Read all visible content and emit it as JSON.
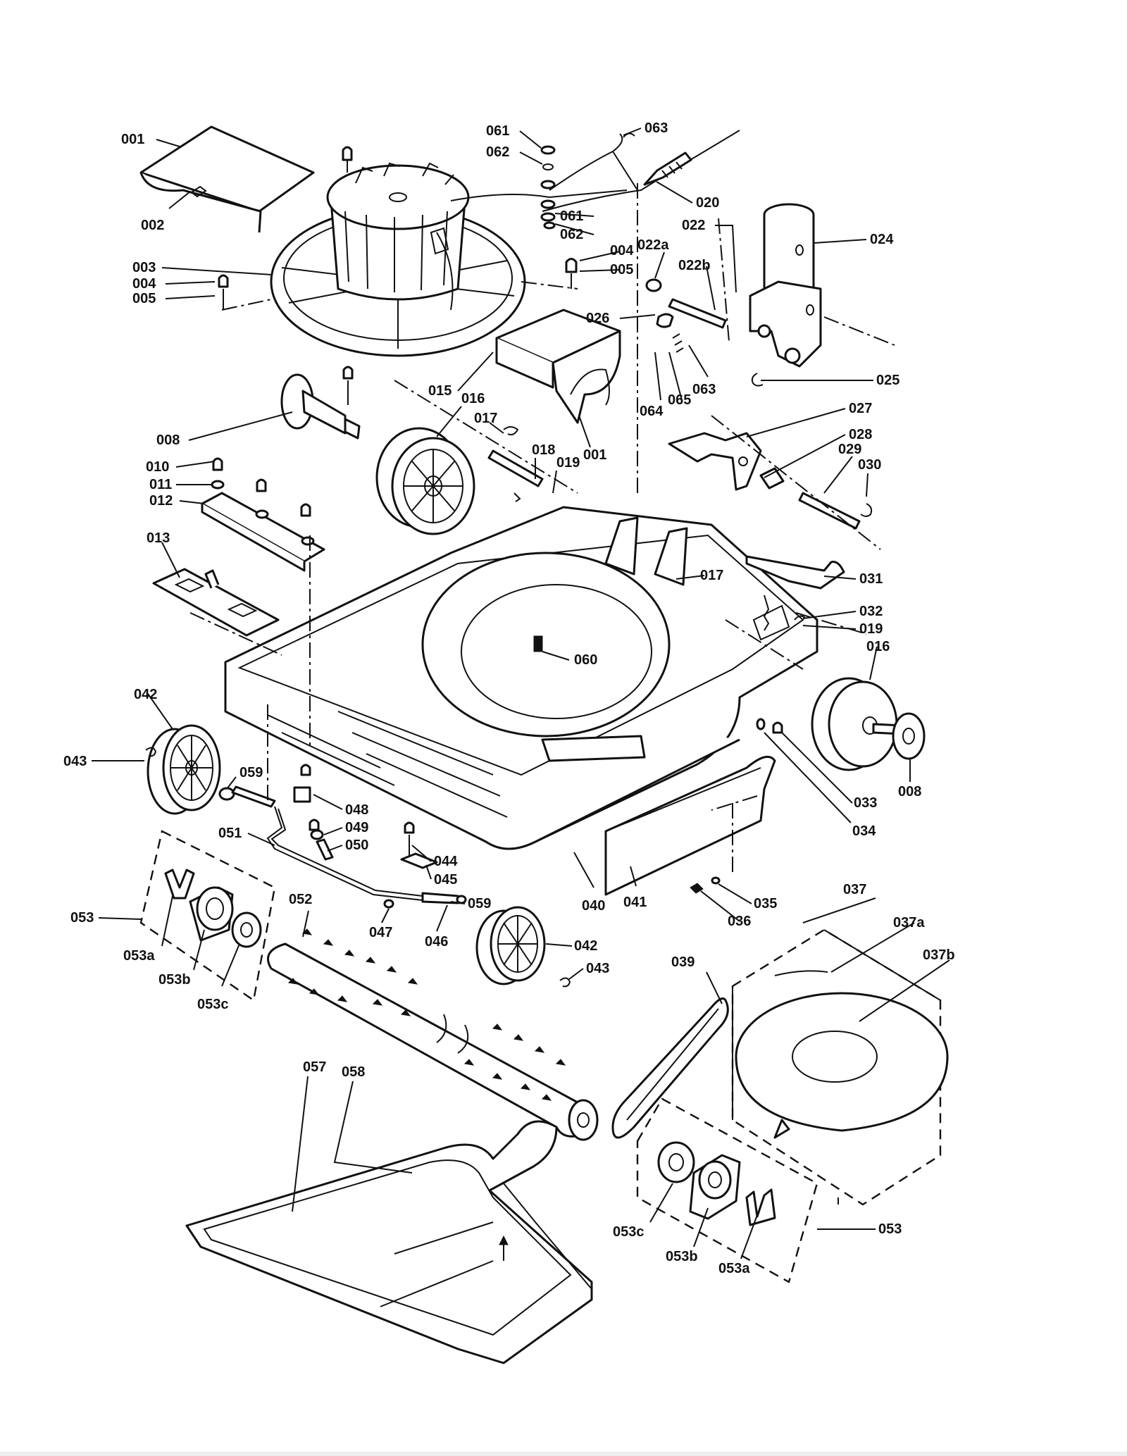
{
  "labels": [
    {
      "key": "p001a",
      "text": "001"
    },
    {
      "key": "p002",
      "text": "002"
    },
    {
      "key": "p003",
      "text": "003"
    },
    {
      "key": "p004a",
      "text": "004"
    },
    {
      "key": "p005a",
      "text": "005"
    },
    {
      "key": "p061a",
      "text": "061"
    },
    {
      "key": "p062a",
      "text": "062"
    },
    {
      "key": "p063a",
      "text": "063"
    },
    {
      "key": "p020",
      "text": "020"
    },
    {
      "key": "p061b",
      "text": "061"
    },
    {
      "key": "p062b",
      "text": "062"
    },
    {
      "key": "p004b",
      "text": "004"
    },
    {
      "key": "p005b",
      "text": "005"
    },
    {
      "key": "p022",
      "text": "022"
    },
    {
      "key": "p022a",
      "text": "022a"
    },
    {
      "key": "p022b",
      "text": "022b"
    },
    {
      "key": "p024",
      "text": "024"
    },
    {
      "key": "p026",
      "text": "026"
    },
    {
      "key": "p063b",
      "text": "063"
    },
    {
      "key": "p064",
      "text": "064"
    },
    {
      "key": "p065",
      "text": "065"
    },
    {
      "key": "p025",
      "text": "025"
    },
    {
      "key": "p015",
      "text": "015"
    },
    {
      "key": "p016a",
      "text": "016"
    },
    {
      "key": "p017a",
      "text": "017"
    },
    {
      "key": "p018",
      "text": "018"
    },
    {
      "key": "p019a",
      "text": "019"
    },
    {
      "key": "p001b",
      "text": "001"
    },
    {
      "key": "p027",
      "text": "027"
    },
    {
      "key": "p028",
      "text": "028"
    },
    {
      "key": "p029",
      "text": "029"
    },
    {
      "key": "p030",
      "text": "030"
    },
    {
      "key": "p008a",
      "text": "008"
    },
    {
      "key": "p010",
      "text": "010"
    },
    {
      "key": "p011",
      "text": "011"
    },
    {
      "key": "p012",
      "text": "012"
    },
    {
      "key": "p013",
      "text": "013"
    },
    {
      "key": "p017b",
      "text": "017"
    },
    {
      "key": "p031",
      "text": "031"
    },
    {
      "key": "p032",
      "text": "032"
    },
    {
      "key": "p019b",
      "text": "019"
    },
    {
      "key": "p016b",
      "text": "016"
    },
    {
      "key": "p060",
      "text": "060"
    },
    {
      "key": "p042a",
      "text": "042"
    },
    {
      "key": "p043a",
      "text": "043"
    },
    {
      "key": "p059a",
      "text": "059"
    },
    {
      "key": "p033",
      "text": "033"
    },
    {
      "key": "p034",
      "text": "034"
    },
    {
      "key": "p008b",
      "text": "008"
    },
    {
      "key": "p048",
      "text": "048"
    },
    {
      "key": "p049",
      "text": "049"
    },
    {
      "key": "p050",
      "text": "050"
    },
    {
      "key": "p051",
      "text": "051"
    },
    {
      "key": "p044",
      "text": "044"
    },
    {
      "key": "p045",
      "text": "045"
    },
    {
      "key": "p040",
      "text": "040"
    },
    {
      "key": "p041",
      "text": "041"
    },
    {
      "key": "p035",
      "text": "035"
    },
    {
      "key": "p036",
      "text": "036"
    },
    {
      "key": "p053a1",
      "text": "053"
    },
    {
      "key": "p052",
      "text": "052"
    },
    {
      "key": "p059b",
      "text": "059"
    },
    {
      "key": "p047",
      "text": "047"
    },
    {
      "key": "p046",
      "text": "046"
    },
    {
      "key": "p042b",
      "text": "042"
    },
    {
      "key": "p043b",
      "text": "043"
    },
    {
      "key": "p053a_l",
      "text": "053a"
    },
    {
      "key": "p053b_l",
      "text": "053b"
    },
    {
      "key": "p053c_l",
      "text": "053c"
    },
    {
      "key": "p037",
      "text": "037"
    },
    {
      "key": "p037a",
      "text": "037a"
    },
    {
      "key": "p037b",
      "text": "037b"
    },
    {
      "key": "p039",
      "text": "039"
    },
    {
      "key": "p057",
      "text": "057"
    },
    {
      "key": "p058",
      "text": "058"
    },
    {
      "key": "p053c_r",
      "text": "053c"
    },
    {
      "key": "p053b_r",
      "text": "053b"
    },
    {
      "key": "p053a_r",
      "text": "053a"
    },
    {
      "key": "p053r",
      "text": "053"
    }
  ]
}
